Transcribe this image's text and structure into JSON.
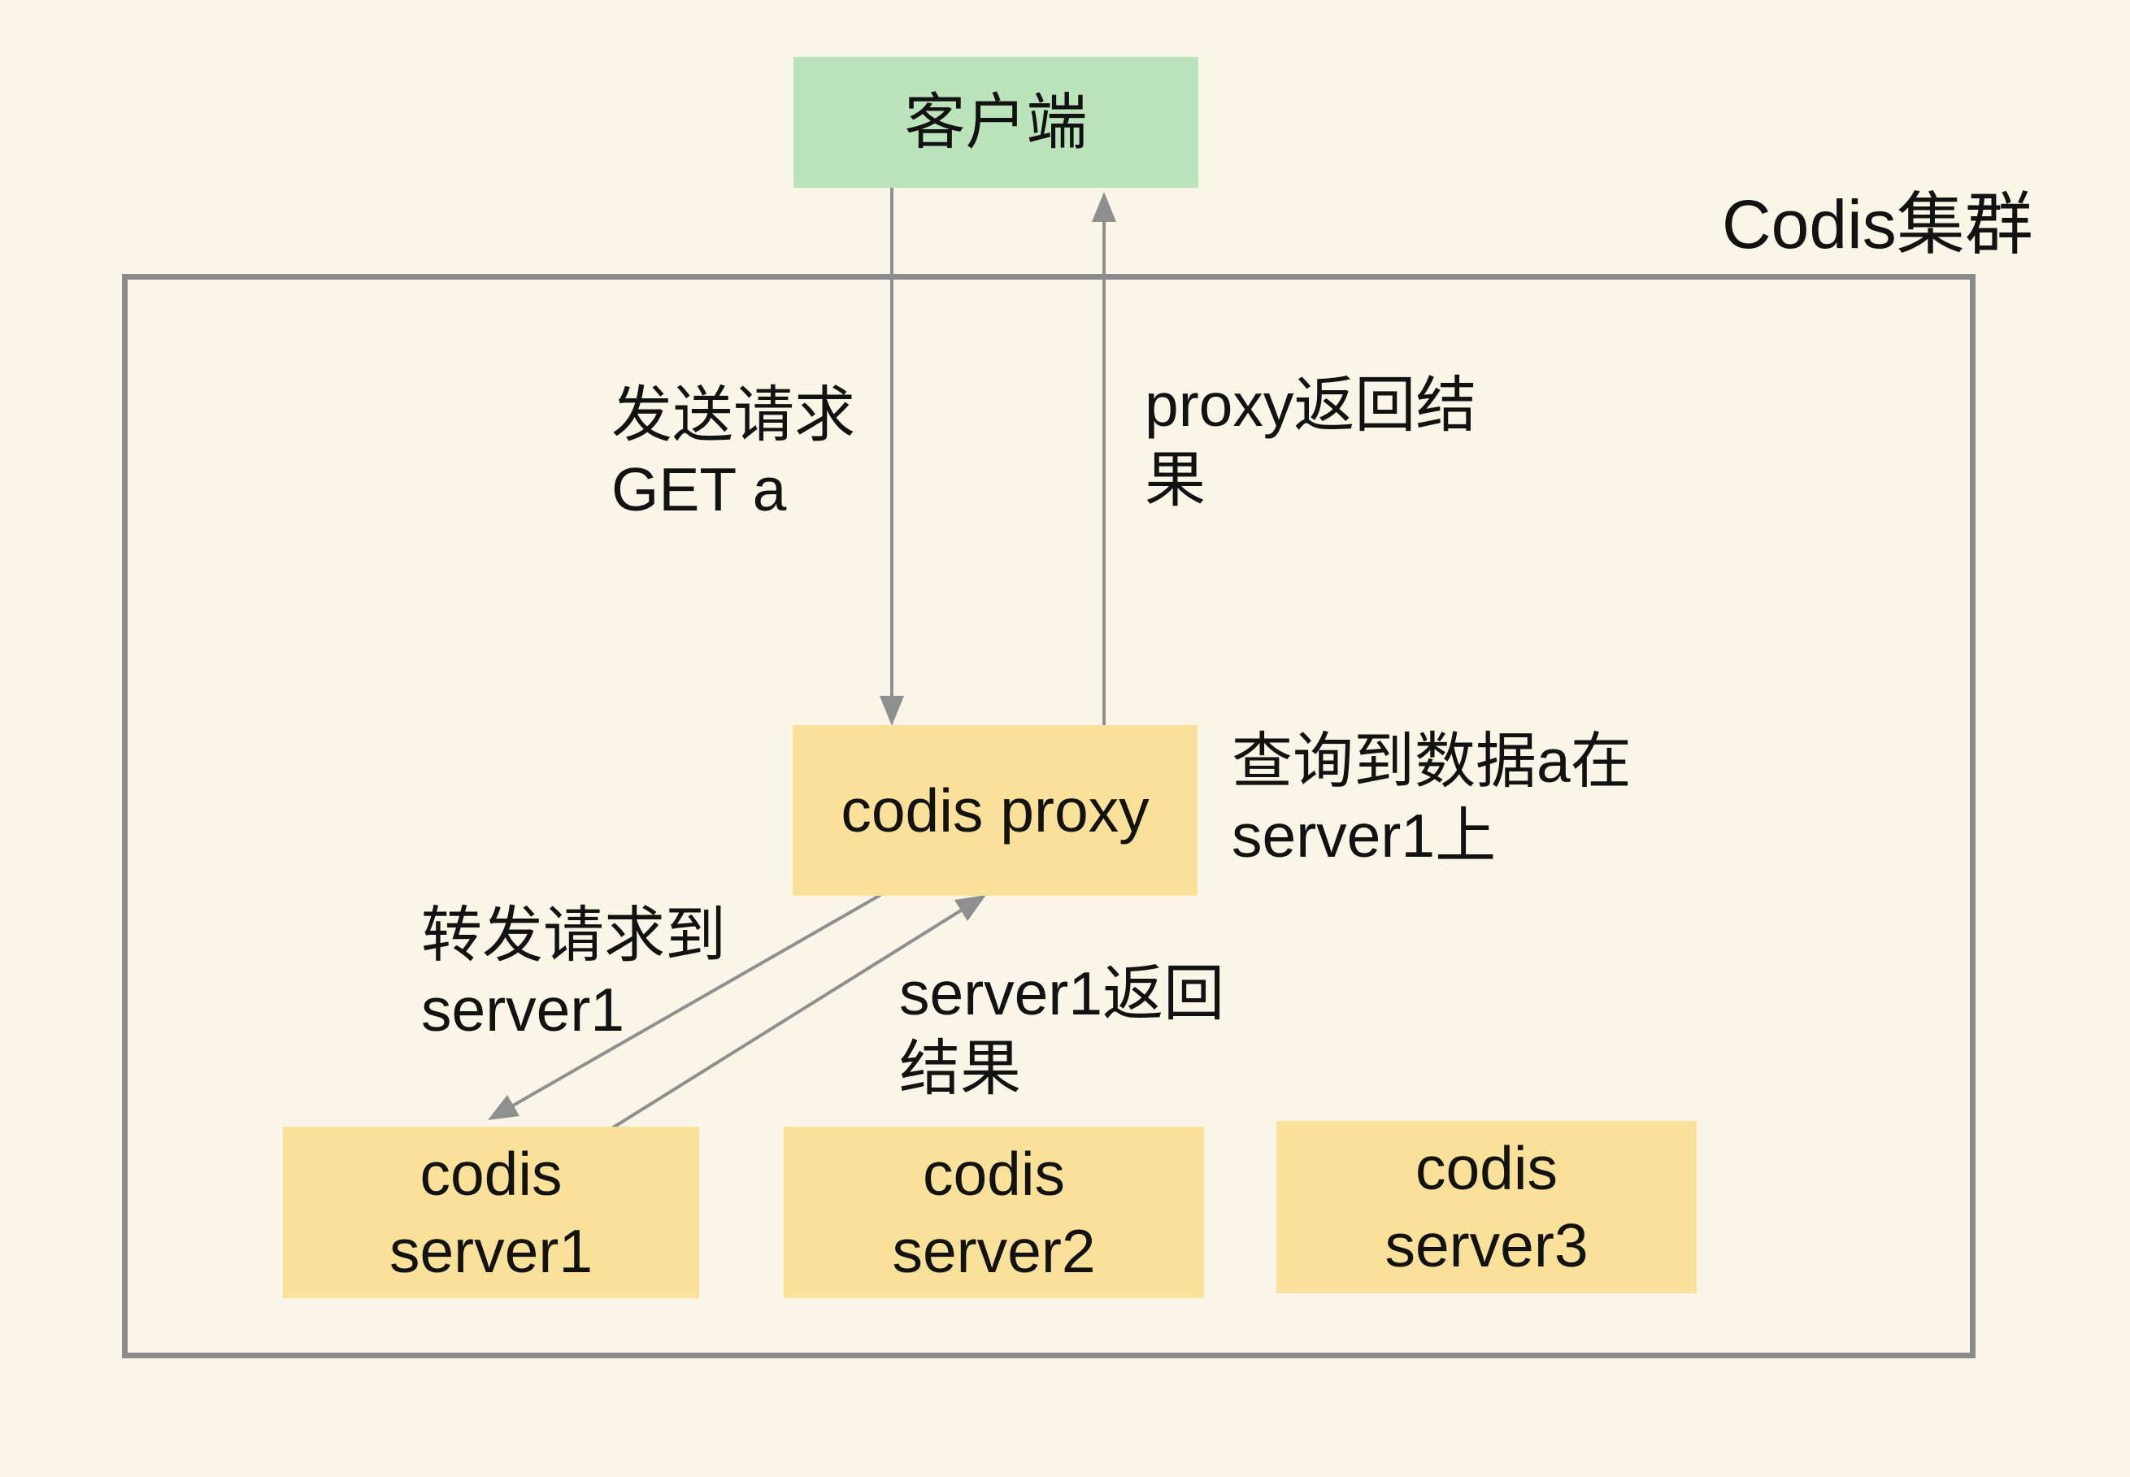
{
  "colors": {
    "background": "#F9F6E7",
    "node_green": "#BCE4BB",
    "node_yellow": "#FAE199",
    "cluster_border": "#8B8B8B",
    "arrow_gray": "#8F8F8F",
    "text": "#121212"
  },
  "cluster": {
    "label": "Codis集群"
  },
  "nodes": {
    "client": {
      "label": "客户端",
      "color": "green"
    },
    "proxy": {
      "label": "codis proxy",
      "color": "yellow"
    },
    "server1": {
      "line1": "codis",
      "line2": "server1",
      "color": "yellow"
    },
    "server2": {
      "line1": "codis",
      "line2": "server2",
      "color": "yellow"
    },
    "server3": {
      "line1": "codis",
      "line2": "server3",
      "color": "yellow"
    }
  },
  "annotations": {
    "send_request": {
      "line1": "发送请求",
      "line2": "GET a"
    },
    "proxy_return": {
      "line1": "proxy返回结",
      "line2": "果"
    },
    "query_note": {
      "line1": "查询到数据a在",
      "line2": "server1上"
    },
    "forward_note": {
      "line1": "转发请求到",
      "line2": "server1"
    },
    "server_return": {
      "line1": "server1返回",
      "line2": "结果"
    }
  },
  "edges": [
    {
      "name": "send-request-arrow",
      "from": "client",
      "to": "proxy"
    },
    {
      "name": "proxy-return-arrow",
      "from": "proxy",
      "to": "client"
    },
    {
      "name": "forward-request-arrow",
      "from": "proxy",
      "to": "server1"
    },
    {
      "name": "server-return-arrow",
      "from": "server1",
      "to": "proxy"
    }
  ]
}
